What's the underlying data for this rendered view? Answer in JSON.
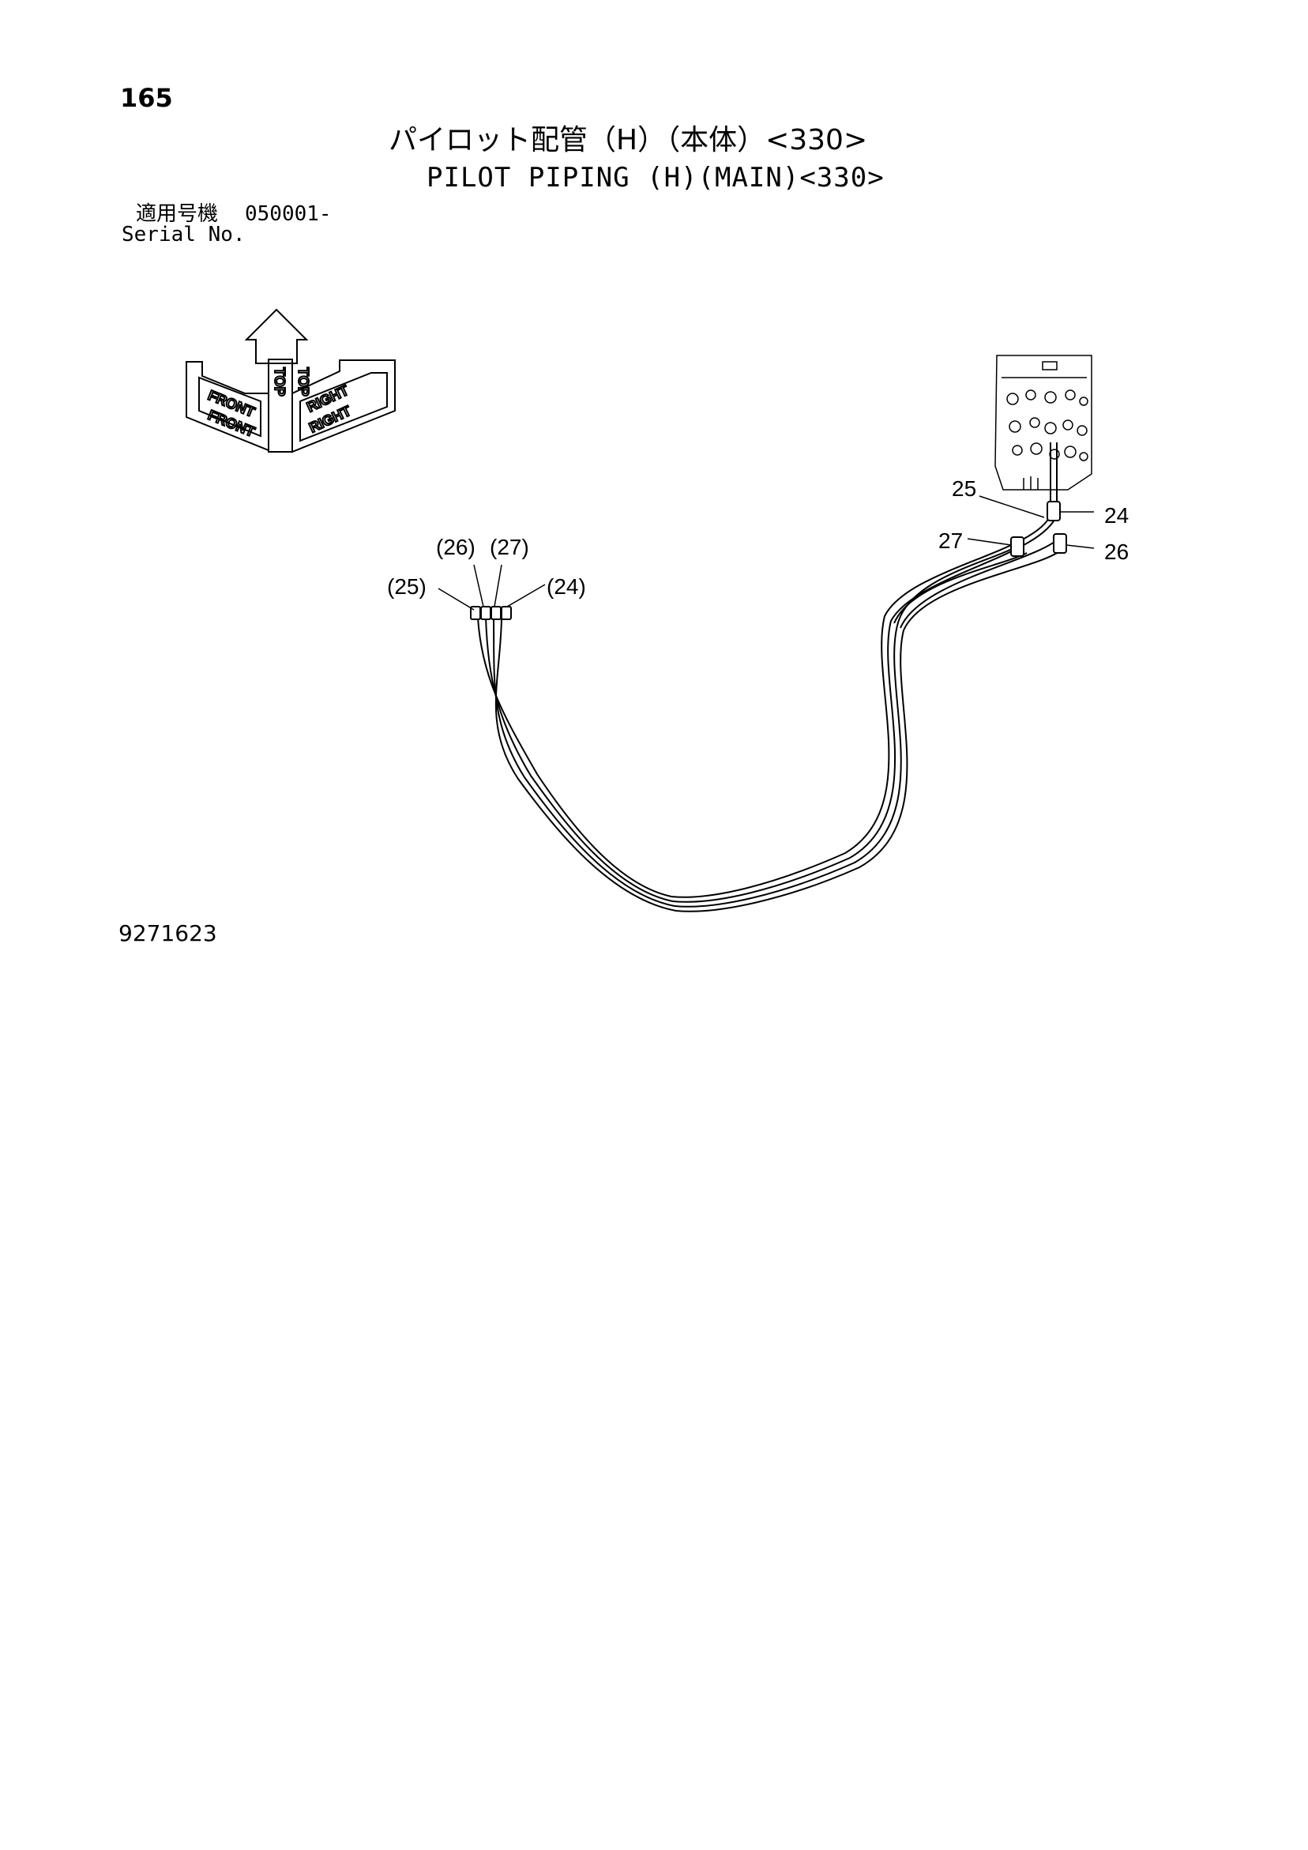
{
  "page_number": "165",
  "title_jp": "パイロット配管（H）（本体）<330>",
  "title_en": "PILOT PIPING (H)(MAIN)<330>",
  "serial": {
    "label_jp": "適用号機",
    "value": "050001-",
    "label_en": "Serial No."
  },
  "orientation": {
    "front": "FRONT",
    "top": "TOP",
    "right": "RIGHT"
  },
  "callouts_left": [
    "(25)",
    "(26)",
    "(27)",
    "(24)"
  ],
  "callouts_right": [
    "25",
    "24",
    "27",
    "26"
  ],
  "drawing_number": "9271623"
}
